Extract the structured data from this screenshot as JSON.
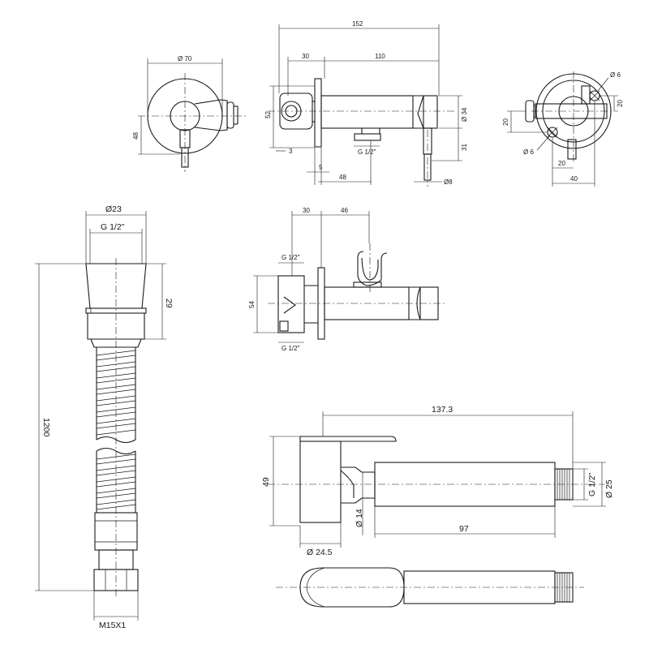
{
  "drawing": {
    "top_front": {
      "dia_flange": "Ø 70",
      "height": "48"
    },
    "top_side": {
      "overall_length": "152",
      "valve_offset": "30",
      "body_length": "110",
      "flange_height": "52",
      "wall_gap": "3",
      "flange_thickness": "5",
      "outlet_offset": "48",
      "outlet_thread": "G 1/2\"",
      "body_dia": "Ø 34",
      "lever_drop": "31",
      "lever_dia": "Ø8"
    },
    "top_back": {
      "hole_a": "Ø 6",
      "hole_b": "Ø 6",
      "right_offset": "20",
      "left_offset": "20",
      "inner_width": "20",
      "outer_width": "40"
    },
    "hose": {
      "nut_dia": "Ø23",
      "thread": "G 1/2\"",
      "nut_height": "29",
      "length": "1200",
      "end_thread": "M15X1"
    },
    "holder": {
      "offset_a": "30",
      "offset_b": "46",
      "thread_top": "G 1/2\"",
      "height": "54",
      "thread_bottom": "G 1/2\""
    },
    "handset": {
      "overall_length": "137.3",
      "height": "49",
      "thread": "G 1/2\"",
      "body_dia": "Ø 25",
      "stem_dia": "Ø 14",
      "body_length": "97",
      "head_dia": "Ø 24.5"
    }
  }
}
